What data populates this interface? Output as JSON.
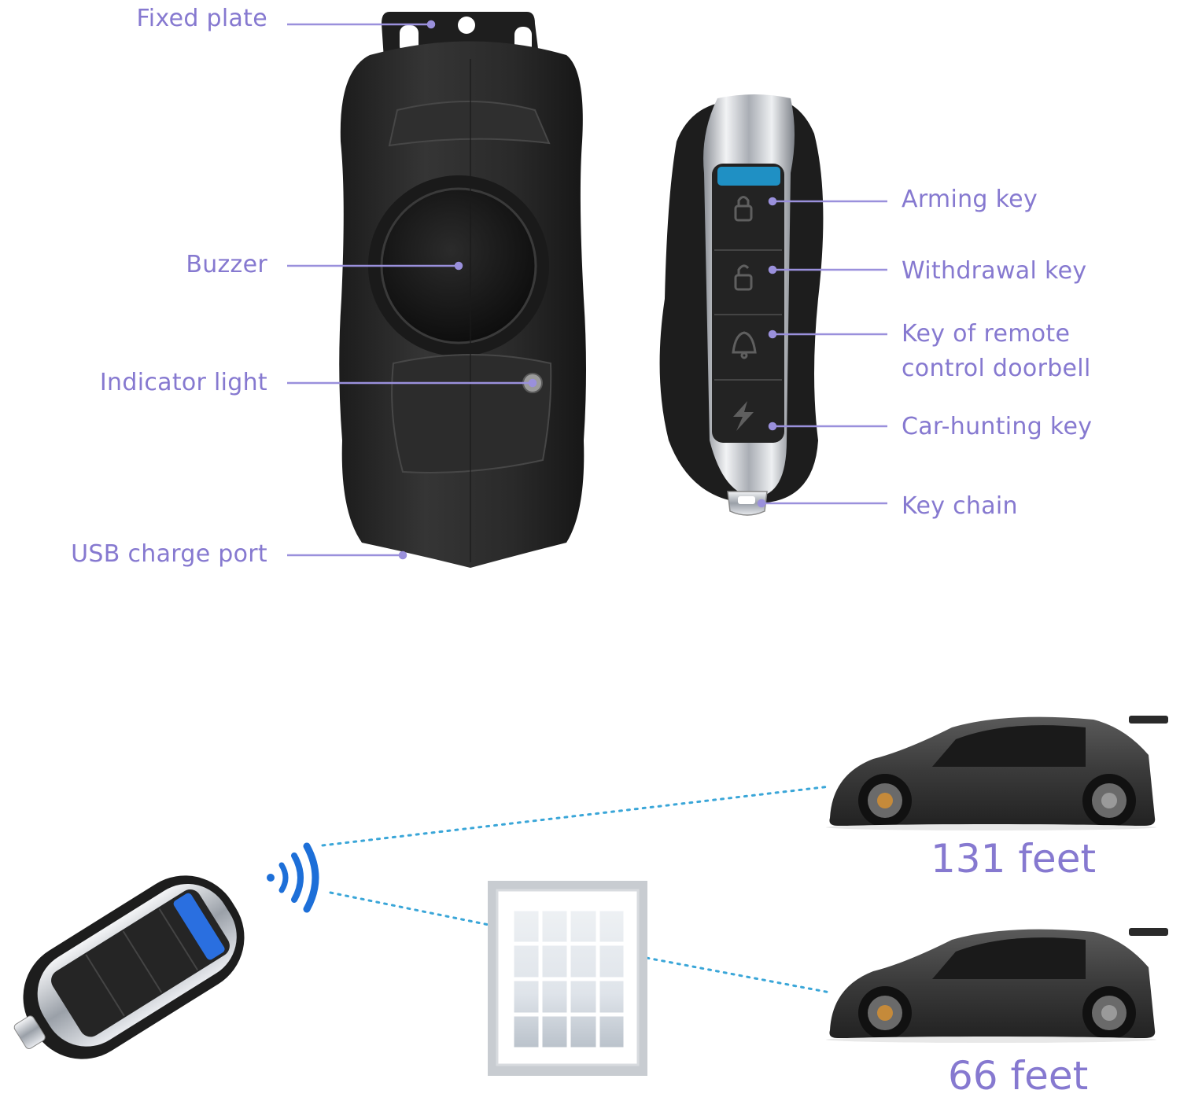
{
  "labels": {
    "fixed_plate": "Fixed plate",
    "buzzer": "Buzzer",
    "indicator_light": "Indicator light",
    "usb_charge_port": "USB charge port",
    "arming_key": "Arming key",
    "withdrawal_key": "Withdrawal key",
    "doorbell_key_line1": "Key of remote",
    "doorbell_key_line2": "control doorbell",
    "car_hunting_key": "Car-hunting key",
    "key_chain": "Key chain"
  },
  "ranges": {
    "open_space": "131 feet",
    "through_wall": "66 feet"
  },
  "colors": {
    "label": "#8679d0",
    "leader_line": "#9a90dc",
    "signal_blue": "#1d6fd8",
    "dotted_line": "#3aa6d8",
    "device_body": "#2a2a2a",
    "chrome": "#c9ccd2",
    "key_led": "#1fa3e0"
  }
}
